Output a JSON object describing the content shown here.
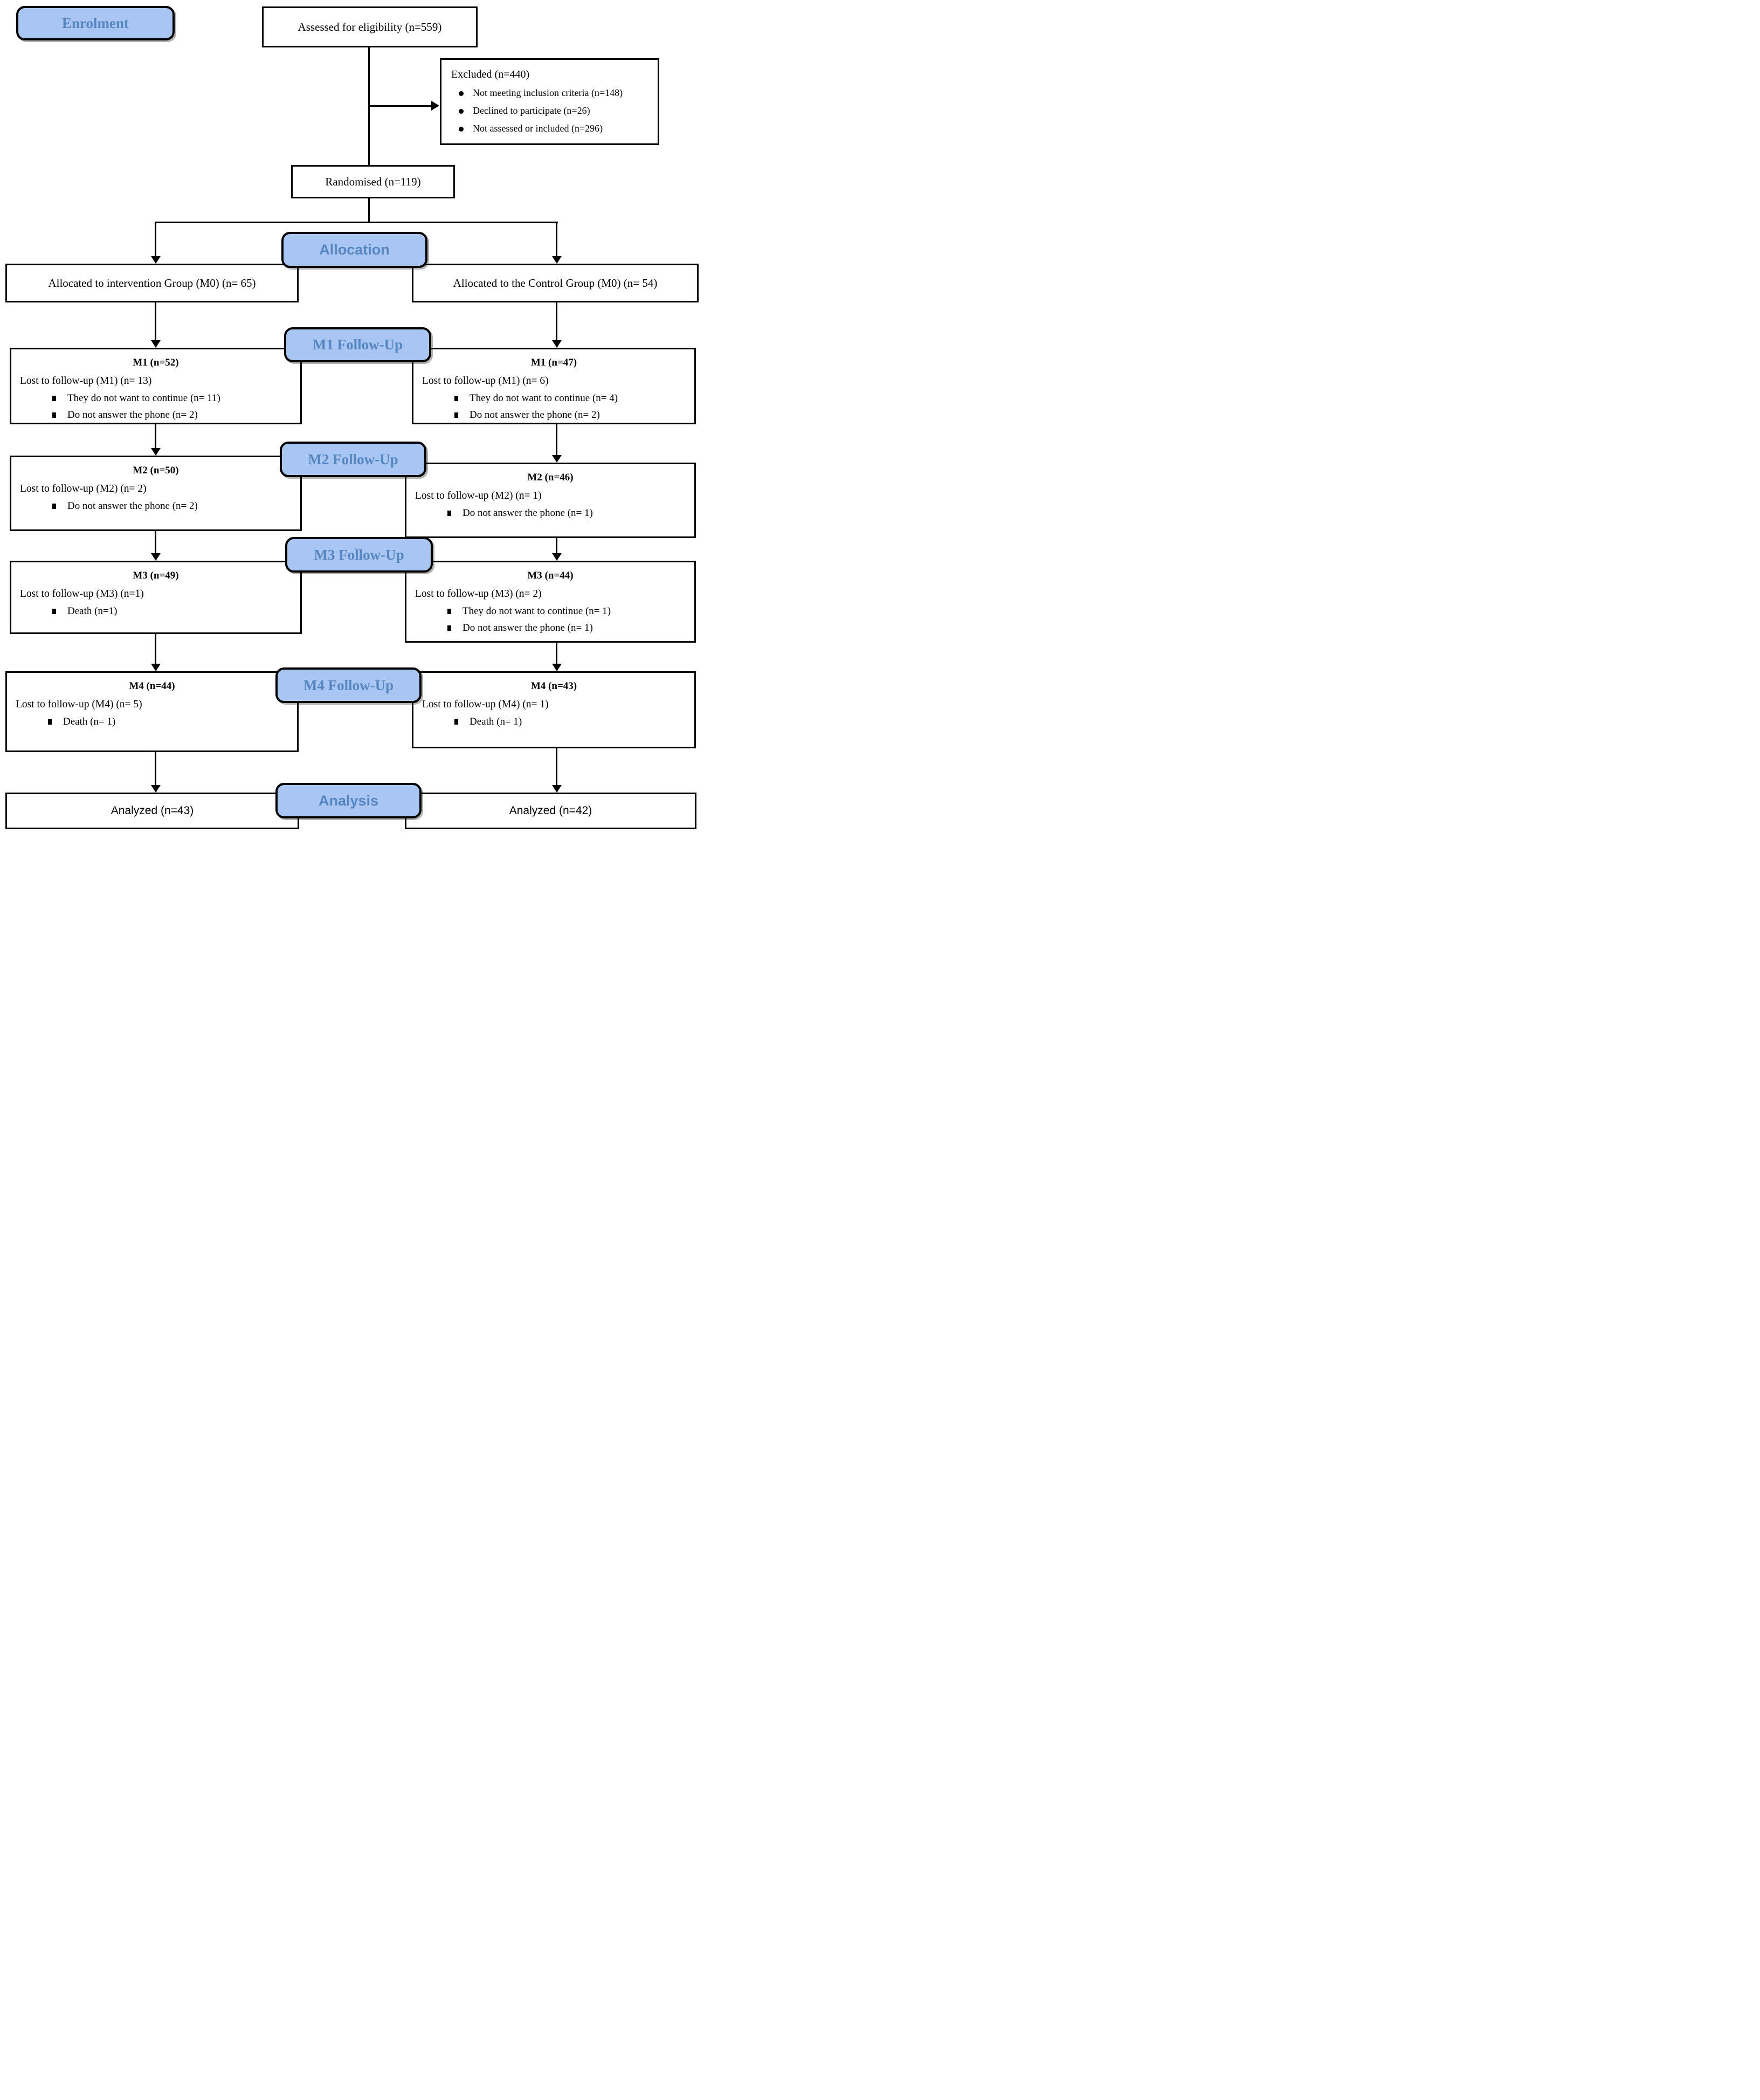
{
  "colors": {
    "page_bg": "#FFFFFF",
    "header_fill": "#A9C5F1",
    "header_text": "#5586C2",
    "line": "#000000",
    "box_bg": "#FFFFFF",
    "box_border": "#000000"
  },
  "headers": {
    "enrolment": "Enrolment",
    "allocation": "Allocation",
    "m1_followup": "M1 Follow-Up",
    "m2_followup": "M2 Follow-Up",
    "m3_followup": "M3 Follow-Up",
    "m4_followup": "M4 Follow-Up",
    "analysis": "Analysis"
  },
  "boxes": {
    "assessed": {
      "text": "Assessed for eligibility (n=559)"
    },
    "excluded": {
      "title": "Excluded (n=440)",
      "bullets": [
        "Not meeting inclusion criteria (n=148)",
        "Declined to participate (n=26)",
        "Not assessed or included (n=296)"
      ]
    },
    "randomised": {
      "text": "Randomised (n=119)"
    },
    "alloc_left": {
      "text": "Allocated to intervention Group (M0) (n= 65)"
    },
    "alloc_right": {
      "text": "Allocated to the Control Group (M0) (n= 54)"
    },
    "m1_left": {
      "title": "M1 (n=52)",
      "lost": "Lost to follow-up (M1) (n= 13)",
      "bullets": [
        "They do not want to continue (n= 11)",
        "Do not answer the phone (n= 2)"
      ]
    },
    "m1_right": {
      "title": "M1 (n=47)",
      "lost": "Lost to follow-up (M1) (n= 6)",
      "bullets": [
        "They do not want to continue (n= 4)",
        "Do not answer the phone (n= 2)"
      ]
    },
    "m2_left": {
      "title": "M2 (n=50)",
      "lost": "Lost to follow-up (M2) (n= 2)",
      "bullets": [
        "Do not answer the phone (n= 2)"
      ]
    },
    "m2_right": {
      "title": "M2 (n=46)",
      "lost": "Lost to follow-up (M2) (n= 1)",
      "bullets": [
        "Do not answer the phone (n= 1)"
      ]
    },
    "m3_left": {
      "title": "M3 (n=49)",
      "lost": "Lost to follow-up (M3) (n=1)",
      "bullets": [
        "Death (n=1)"
      ]
    },
    "m3_right": {
      "title": "M3 (n=44)",
      "lost": "Lost to follow-up (M3) (n= 2)",
      "bullets": [
        "They do not want to continue (n= 1)",
        "Do not answer the phone (n= 1)"
      ]
    },
    "m4_left": {
      "title": "M4 (n=44)",
      "lost": "Lost to follow-up (M4) (n= 5)",
      "bullets": [
        "Death (n= 1)"
      ]
    },
    "m4_right": {
      "title": "M4 (n=43)",
      "lost": "Lost to follow-up (M4) (n= 1)",
      "bullets": [
        "Death (n= 1)"
      ]
    },
    "analyzed_left": {
      "text": "Analyzed (n=43)"
    },
    "analyzed_right": {
      "text": "Analyzed (n=42)"
    }
  }
}
